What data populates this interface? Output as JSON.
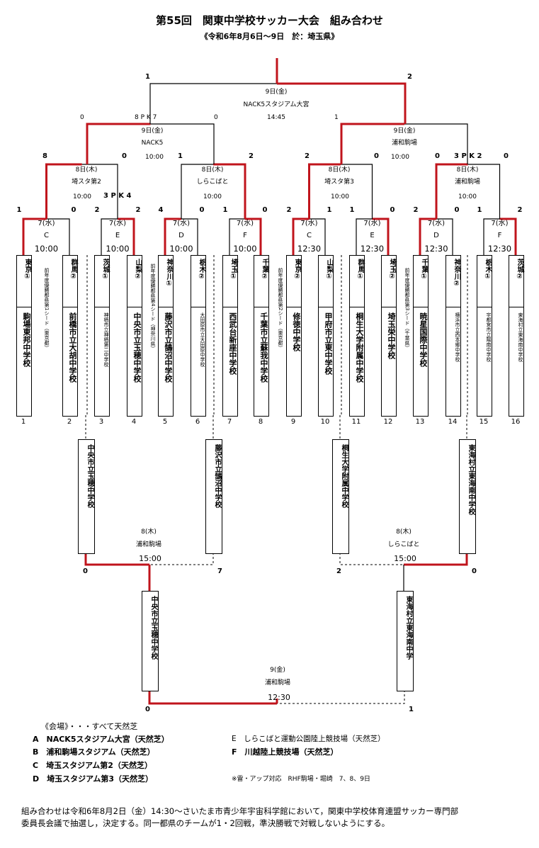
{
  "title": "第55回　関東中学校サッカー大会　組み合わせ",
  "subtitle": "《令和6年8月6日～9日　於：埼玉県》",
  "final": {
    "date": "9日(金)",
    "venue": "NACK5スタジアム大宮",
    "time": "14:45",
    "score_left": "1",
    "score_right": "2",
    "pk_left": "0",
    "pk_label": "8 P K 7",
    "pk_right": "0",
    "pk_far_right": "1"
  },
  "semis": [
    {
      "date": "9日(金)",
      "venue": "NACK5",
      "time": "10:00"
    },
    {
      "date": "9日(金)",
      "venue": "浦和駒場",
      "time": "10:00"
    }
  ],
  "quarters": [
    {
      "date": "8日(木)",
      "venue": "埼スタ第2",
      "time": "10:00",
      "score_left": "8",
      "score_right": "0",
      "pk": "3 P K 4"
    },
    {
      "date": "8日(木)",
      "venue": "しらこばと",
      "time": "10:00",
      "score_left": "1",
      "score_right": "2",
      "pk": ""
    },
    {
      "date": "8日(木)",
      "venue": "埼スタ第3",
      "time": "10:00",
      "score_left": "2",
      "score_right": "0",
      "pk": ""
    },
    {
      "date": "8日(木)",
      "venue": "浦和駒場",
      "time": "10:00",
      "score_left": "0",
      "score_right": "0",
      "pk": "3 P K 2"
    }
  ],
  "round1": [
    {
      "date": "7(水)",
      "venue": "C",
      "time": "10:00",
      "score_left": "1",
      "score_right": "0"
    },
    {
      "date": "7(水)",
      "venue": "E",
      "time": "10:00",
      "score_left": "2",
      "score_right": "2"
    },
    {
      "date": "7(水)",
      "venue": "D",
      "time": "10:00",
      "score_left": "4",
      "score_right": "0"
    },
    {
      "date": "7(水)",
      "venue": "F",
      "time": "10:00",
      "score_left": "1",
      "score_right": "0"
    },
    {
      "date": "7(水)",
      "venue": "C",
      "time": "12:30",
      "score_left": "2",
      "score_right": "1"
    },
    {
      "date": "7(水)",
      "venue": "E",
      "time": "12:30",
      "score_left": "1",
      "score_right": "0"
    },
    {
      "date": "7(水)",
      "venue": "D",
      "time": "12:30",
      "score_left": "2",
      "score_right": "0"
    },
    {
      "date": "7(水)",
      "venue": "F",
      "time": "12:30",
      "score_left": "1",
      "score_right": "2"
    }
  ],
  "teams": [
    {
      "num": "1",
      "pref": "東京①",
      "school": "駒場東邦中学校"
    },
    {
      "num": "2",
      "pref": "群馬②",
      "school": "前橋市立大胡中学校"
    },
    {
      "num": "3",
      "pref": "茨城①",
      "school": "神栖市立神栖第二中学校"
    },
    {
      "num": "4",
      "pref": "山梨②",
      "school": "中央市立玉穂中学校"
    },
    {
      "num": "5",
      "pref": "神奈川①",
      "school": "藤沢市立鵠沼中学校"
    },
    {
      "num": "6",
      "pref": "栃木②",
      "school": "大田原市立大田原中学校"
    },
    {
      "num": "7",
      "pref": "埼玉①",
      "school": "西武台新座中学校"
    },
    {
      "num": "8",
      "pref": "千葉②",
      "school": "千葉市立蘇我中学校"
    },
    {
      "num": "9",
      "pref": "東京②",
      "school": "修徳中学校"
    },
    {
      "num": "10",
      "pref": "山梨①",
      "school": "甲府市立東中学校"
    },
    {
      "num": "11",
      "pref": "群馬①",
      "school": "桐生大学附属中学校"
    },
    {
      "num": "12",
      "pref": "埼玉②",
      "school": "埼玉栄中学校"
    },
    {
      "num": "13",
      "pref": "千葉①",
      "school": "暁星国際中学校"
    },
    {
      "num": "14",
      "pref": "神奈川②",
      "school": "横浜市立西本郷中学校"
    },
    {
      "num": "15",
      "pref": "栃木①",
      "school": "宇都宮市立陽南中学校"
    },
    {
      "num": "16",
      "pref": "茨城②",
      "school": "東海村立東海南中学校"
    }
  ],
  "seed_notes": [
    "前年度優勝都県第1シード（東京都）",
    "前年度優勝都県第4シード（神奈川県）",
    "前年度優勝都県第2シード（東京都）",
    "前年度優勝都県第3シード（千葉県）"
  ],
  "consolation": {
    "left": {
      "date": "8(木)",
      "venue": "浦和駒場",
      "time": "15:00",
      "team_a": "中央市立玉穂中学校",
      "team_b": "藤沢市立鵠沼中学校",
      "score_a": "0",
      "score_b": "7"
    },
    "right": {
      "date": "8(木)",
      "venue": "しらこばと",
      "time": "15:00",
      "team_a": "桐生大学附属中学校",
      "team_b": "東海村立東海南中学校",
      "score_a": "2",
      "score_b": "0"
    },
    "final": {
      "date": "9(金)",
      "venue": "浦和駒場",
      "time": "12:30",
      "team_a": "中央市立玉穂中学校",
      "team_b": "東海村立東海南中学",
      "score_a": "0",
      "score_b": "1"
    }
  },
  "venues": {
    "header": "《会場》・・・すべて天然芝",
    "items": [
      "A　NACK5スタジアム大宮（天然芝）",
      "B　浦和駒場スタジアム（天然芝）",
      "C　埼玉スタジアム第2（天然芝）",
      "D　埼玉スタジアム第3（天然芝）",
      "E　しらこばと運動公園陸上競技場（天然芝）",
      "F　川越陸上競技場（天然芝）"
    ],
    "note": "※雷・アップ対応　RHF駒場・堀崎　7、8、9日"
  },
  "footer": {
    "line1": "組み合わせは令和6年8月2日（金）14:30～さいたま市青少年宇宙科学館において，関東中学校体育連盟サッカー専門部",
    "line2": "委員長会議で抽選し，決定する。同一都県のチームが1・2回戦，準決勝戦で対戦しないようにする。"
  },
  "colors": {
    "win_line": "#c0141c",
    "line": "#000000"
  }
}
